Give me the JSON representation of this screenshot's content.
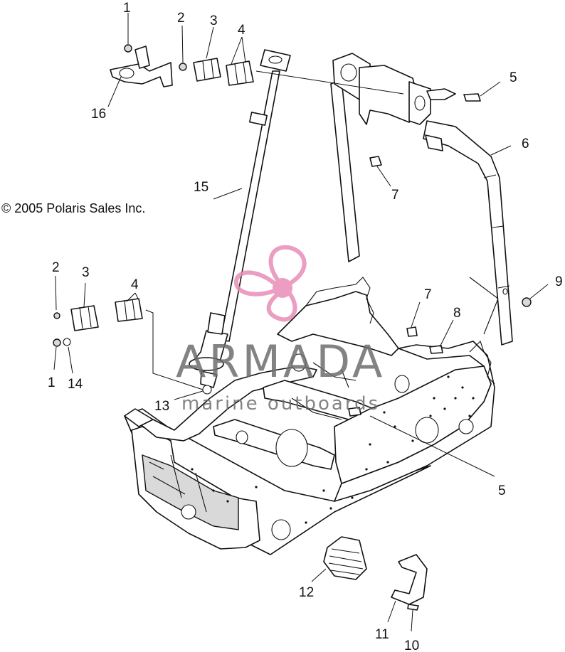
{
  "copyright": "© 2005 Polaris Sales Inc.",
  "watermark": {
    "brand": "ARMADA",
    "tagline": "marine outboards",
    "brand_color": "#6e6e6e",
    "logo_color": "#e88cb8"
  },
  "callouts": [
    {
      "id": "c1a",
      "label": "1"
    },
    {
      "id": "c2a",
      "label": "2"
    },
    {
      "id": "c3a",
      "label": "3"
    },
    {
      "id": "c4a",
      "label": "4"
    },
    {
      "id": "c5a",
      "label": "5"
    },
    {
      "id": "c6",
      "label": "6"
    },
    {
      "id": "c7a",
      "label": "7"
    },
    {
      "id": "c15",
      "label": "15"
    },
    {
      "id": "c16",
      "label": "16"
    },
    {
      "id": "c2b",
      "label": "2"
    },
    {
      "id": "c3b",
      "label": "3"
    },
    {
      "id": "c4b",
      "label": "4"
    },
    {
      "id": "c9",
      "label": "9"
    },
    {
      "id": "c7b",
      "label": "7"
    },
    {
      "id": "c8",
      "label": "8"
    },
    {
      "id": "c1b",
      "label": "1"
    },
    {
      "id": "c14",
      "label": "14"
    },
    {
      "id": "c13",
      "label": "13"
    },
    {
      "id": "c5b",
      "label": "5"
    },
    {
      "id": "c12",
      "label": "12"
    },
    {
      "id": "c11",
      "label": "11"
    },
    {
      "id": "c10",
      "label": "10"
    }
  ]
}
